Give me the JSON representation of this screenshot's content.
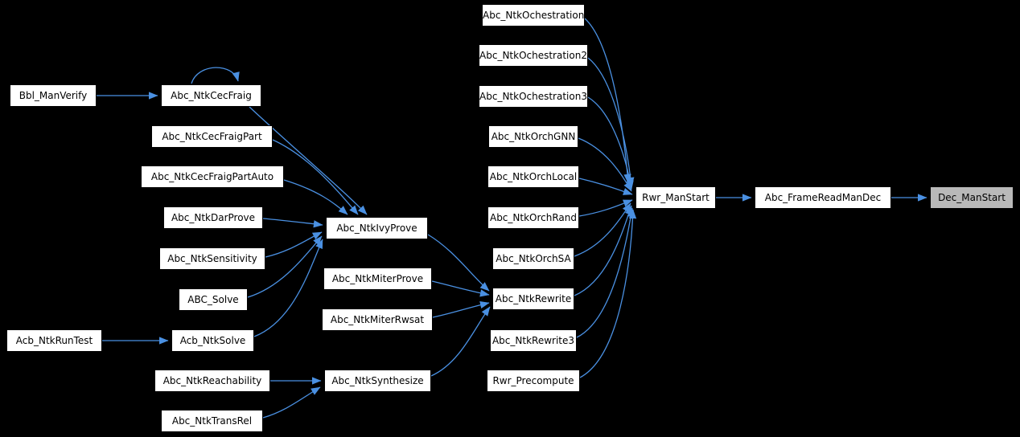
{
  "diagram": {
    "type": "call-graph",
    "background_color": "#000000",
    "edge_color": "#4a90e2",
    "node_fill": "#ffffff",
    "node_border": "#000000",
    "current_node_fill": "#b9b9b9",
    "current_node": "Dec_ManStart"
  },
  "nodes": {
    "bbl_manverify": {
      "label": "Bbl_ManVerify"
    },
    "acb_ntkruntest": {
      "label": "Acb_NtkRunTest"
    },
    "abc_ntkcecfraig": {
      "label": "Abc_NtkCecFraig"
    },
    "abc_ntkcecfraigpart": {
      "label": "Abc_NtkCecFraigPart"
    },
    "abc_ntkcecfraigpartauto": {
      "label": "Abc_NtkCecFraigPartAuto"
    },
    "abc_ntkdarprove": {
      "label": "Abc_NtkDarProve"
    },
    "abc_ntksensitivity": {
      "label": "Abc_NtkSensitivity"
    },
    "abc_solve": {
      "label": "ABC_Solve"
    },
    "acb_ntksolve": {
      "label": "Acb_NtkSolve"
    },
    "abc_ntkreachability": {
      "label": "Abc_NtkReachability"
    },
    "abc_ntktransrel": {
      "label": "Abc_NtkTransRel"
    },
    "abc_ntkivyprove": {
      "label": "Abc_NtkIvyProve"
    },
    "abc_ntkmiterprove": {
      "label": "Abc_NtkMiterProve"
    },
    "abc_ntkmiterrwsat": {
      "label": "Abc_NtkMiterRwsat"
    },
    "abc_ntksynthesize": {
      "label": "Abc_NtkSynthesize"
    },
    "abc_ntkochestration": {
      "label": "Abc_NtkOchestration"
    },
    "abc_ntkochestration2": {
      "label": "Abc_NtkOchestration2"
    },
    "abc_ntkochestration3": {
      "label": "Abc_NtkOchestration3"
    },
    "abc_ntkorchgnn": {
      "label": "Abc_NtkOrchGNN"
    },
    "abc_ntkorchlocal": {
      "label": "Abc_NtkOrchLocal"
    },
    "abc_ntkorchrand": {
      "label": "Abc_NtkOrchRand"
    },
    "abc_ntkorchsa": {
      "label": "Abc_NtkOrchSA"
    },
    "abc_ntkrewrite": {
      "label": "Abc_NtkRewrite"
    },
    "abc_ntkrewrite3": {
      "label": "Abc_NtkRewrite3"
    },
    "rwr_precompute": {
      "label": "Rwr_Precompute"
    },
    "rwr_manstart": {
      "label": "Rwr_ManStart"
    },
    "abc_framereadmandec": {
      "label": "Abc_FrameReadManDec"
    },
    "dec_manstart": {
      "label": "Dec_ManStart"
    }
  },
  "edges": [
    {
      "from": "Bbl_ManVerify",
      "to": "Abc_NtkCecFraig"
    },
    {
      "from": "Abc_NtkCecFraig",
      "to": "Abc_NtkCecFraig"
    },
    {
      "from": "Abc_NtkCecFraig",
      "to": "Abc_NtkIvyProve"
    },
    {
      "from": "Abc_NtkCecFraigPart",
      "to": "Abc_NtkIvyProve"
    },
    {
      "from": "Abc_NtkCecFraigPartAuto",
      "to": "Abc_NtkIvyProve"
    },
    {
      "from": "Abc_NtkDarProve",
      "to": "Abc_NtkIvyProve"
    },
    {
      "from": "Abc_NtkSensitivity",
      "to": "Abc_NtkIvyProve"
    },
    {
      "from": "ABC_Solve",
      "to": "Abc_NtkIvyProve"
    },
    {
      "from": "Acb_NtkSolve",
      "to": "Abc_NtkIvyProve"
    },
    {
      "from": "Acb_NtkRunTest",
      "to": "Acb_NtkSolve"
    },
    {
      "from": "Abc_NtkReachability",
      "to": "Abc_NtkSynthesize"
    },
    {
      "from": "Abc_NtkTransRel",
      "to": "Abc_NtkSynthesize"
    },
    {
      "from": "Abc_NtkIvyProve",
      "to": "Abc_NtkRewrite"
    },
    {
      "from": "Abc_NtkMiterProve",
      "to": "Abc_NtkRewrite"
    },
    {
      "from": "Abc_NtkMiterRwsat",
      "to": "Abc_NtkRewrite"
    },
    {
      "from": "Abc_NtkSynthesize",
      "to": "Abc_NtkRewrite"
    },
    {
      "from": "Abc_NtkOchestration",
      "to": "Rwr_ManStart"
    },
    {
      "from": "Abc_NtkOchestration2",
      "to": "Rwr_ManStart"
    },
    {
      "from": "Abc_NtkOchestration3",
      "to": "Rwr_ManStart"
    },
    {
      "from": "Abc_NtkOrchGNN",
      "to": "Rwr_ManStart"
    },
    {
      "from": "Abc_NtkOrchLocal",
      "to": "Rwr_ManStart"
    },
    {
      "from": "Abc_NtkOrchRand",
      "to": "Rwr_ManStart"
    },
    {
      "from": "Abc_NtkOrchSA",
      "to": "Rwr_ManStart"
    },
    {
      "from": "Abc_NtkRewrite",
      "to": "Rwr_ManStart"
    },
    {
      "from": "Abc_NtkRewrite3",
      "to": "Rwr_ManStart"
    },
    {
      "from": "Rwr_Precompute",
      "to": "Rwr_ManStart"
    },
    {
      "from": "Rwr_ManStart",
      "to": "Abc_FrameReadManDec"
    },
    {
      "from": "Abc_FrameReadManDec",
      "to": "Dec_ManStart"
    }
  ]
}
